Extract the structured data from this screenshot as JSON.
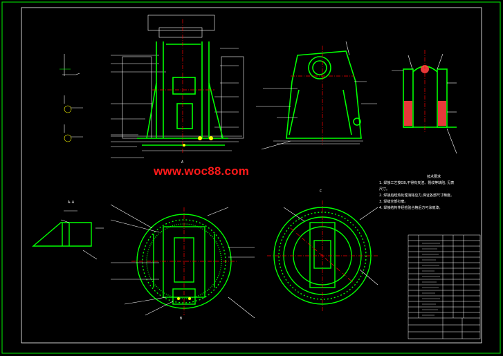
{
  "watermark": "www.woc88.com",
  "tech_requirements": {
    "title": "技术要求",
    "lines": [
      "1. 焊接工艺按GB,不得有夹渣、裂纹等缺陷,   见表",
      "   尺寸。",
      "2. 焊接后经热处理消除应力,保证各部尺寸精度。",
      "3. 焊缝全部打磨。",
      "4. 焊接结构件经检验合格后方可涂底漆。"
    ]
  },
  "view_labels": {
    "a": "A",
    "section": "A-A",
    "b": "B",
    "c": "C"
  },
  "colors": {
    "background": "#000000",
    "outline": "#00ff00",
    "center_line": "#ff0000",
    "hatch": "#00ff00",
    "dimension": "#ffffff",
    "watermark": "#ff1a1a",
    "frame": "#ffffff"
  }
}
